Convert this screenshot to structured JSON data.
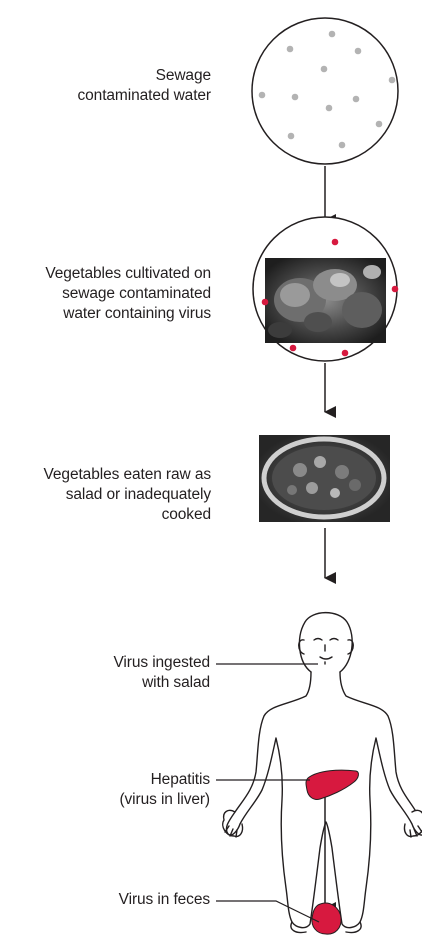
{
  "steps": {
    "sewage_water": "Sewage\ncontaminated water",
    "vegetables_cultivated": "Vegetables cultivated on\nsewage contaminated\nwater containing virus",
    "vegetables_eaten": "Vegetables eaten raw as\nsalad or inadequately\ncooked"
  },
  "body_labels": {
    "virus_ingested": "Virus ingested\nwith salad",
    "hepatitis": "Hepatitis\n(virus in liver)",
    "virus_in_feces": "Virus in feces"
  },
  "colors": {
    "virus_red": "#d7193f",
    "organ_red": "#d7193f",
    "particle_gray": "#b0b0b0",
    "line": "#231f20"
  }
}
